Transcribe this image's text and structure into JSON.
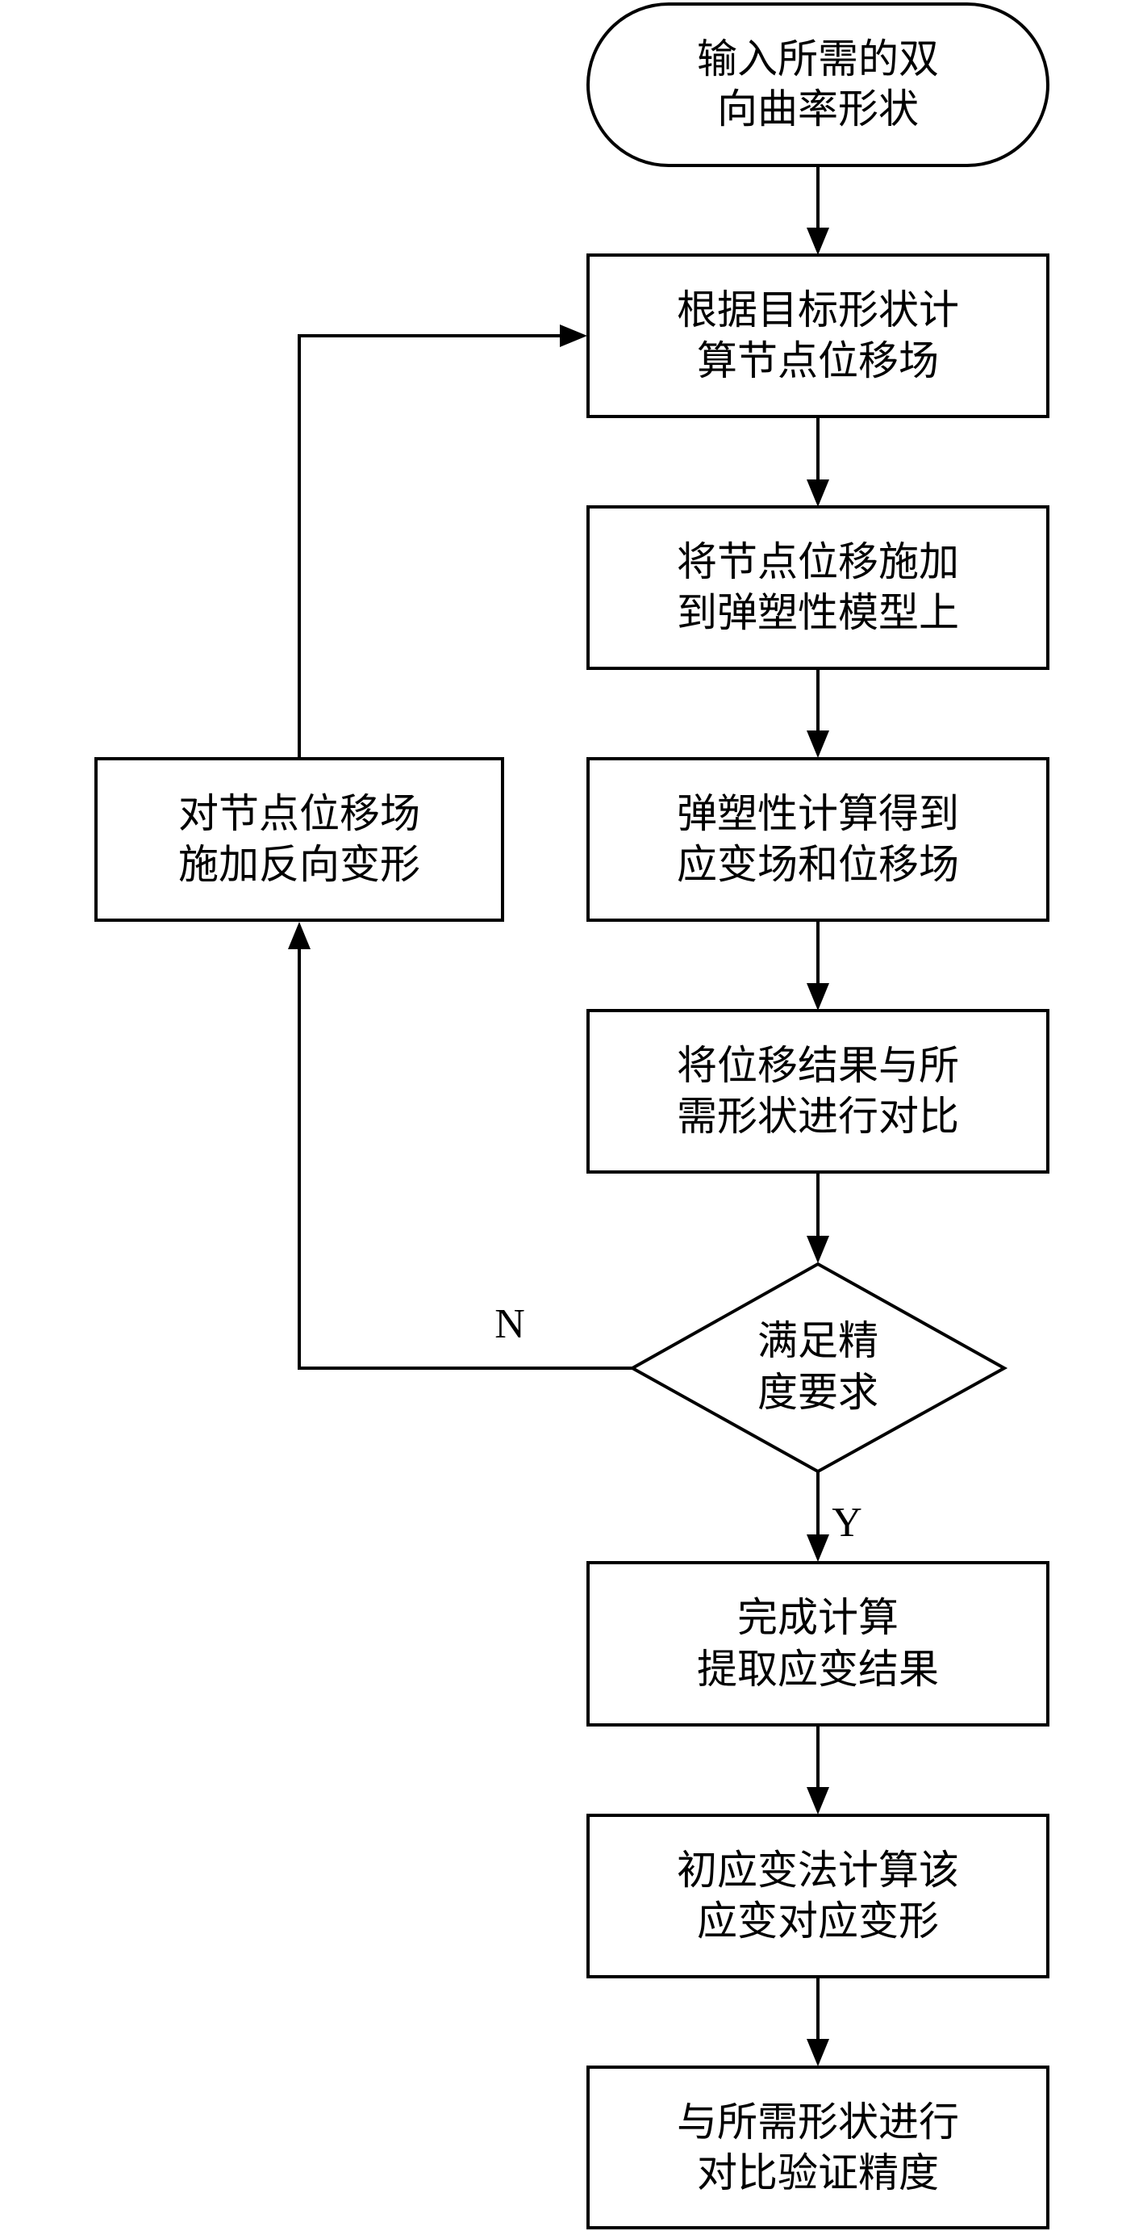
{
  "nodes": {
    "start": [
      "输入所需的双",
      "向曲率形状"
    ],
    "compute_displacement": [
      "根据目标形状计",
      "算节点位移场"
    ],
    "apply_displacement": [
      "将节点位移施加",
      "到弹塑性模型上"
    ],
    "elastoplastic_calc": [
      "弹塑性计算得到",
      "应变场和位移场"
    ],
    "compare_shape": [
      "将位移结果与所",
      "需形状进行对比"
    ],
    "accuracy_check": [
      "满足精",
      "度要求"
    ],
    "reverse_deform": [
      "对节点位移场",
      "施加反向变形"
    ],
    "finish_calc": [
      "完成计算",
      "提取应变结果"
    ],
    "inherent_strain": [
      "初应变法计算该",
      "应变对应变形"
    ],
    "verify_accuracy": [
      "与所需形状进行",
      "对比验证精度"
    ]
  },
  "edge_labels": {
    "no": "N",
    "yes": "Y"
  }
}
